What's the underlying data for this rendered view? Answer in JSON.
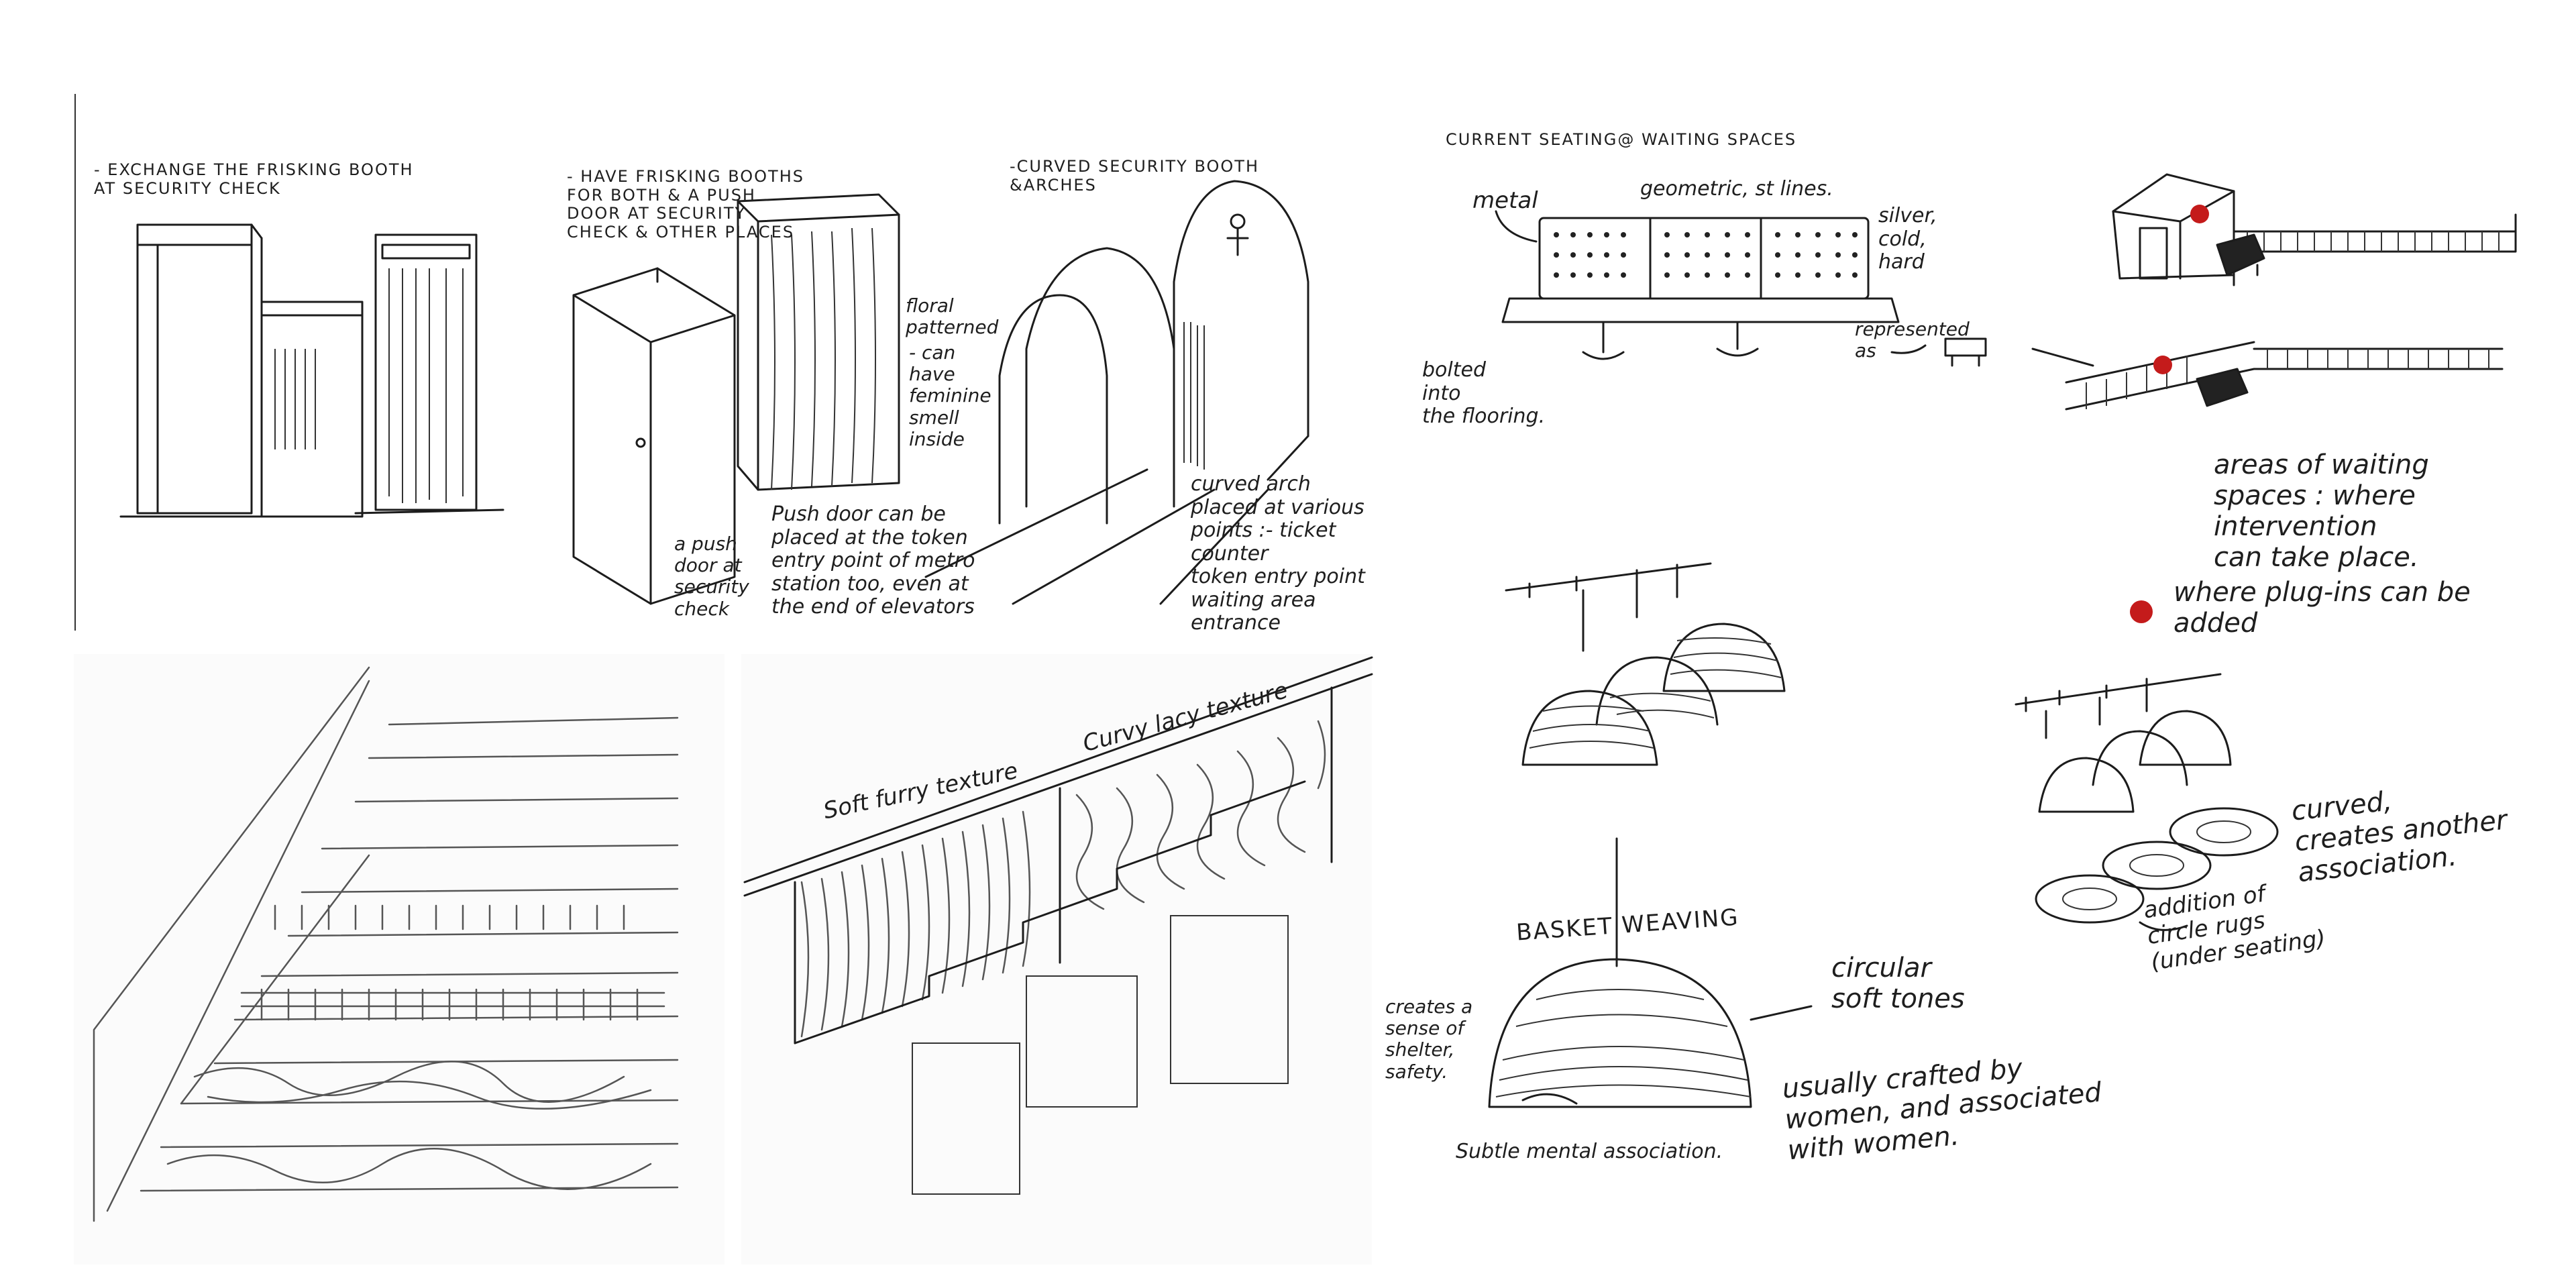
{
  "colors": {
    "ink": "#1c1c1c",
    "pencil": "#555555",
    "paper": "#ffffff",
    "marker": "#c41b1b"
  },
  "panel_booths": {
    "note_exchange": "- EXCHANGE THE FRISKING BOOTH\nAT SECURITY CHECK",
    "note_have_booths": "- HAVE FRISKING BOOTHS\nFOR BOTH & A PUSH\nDOOR AT SECURITY\nCHECK & OTHER PLACES",
    "note_floral": "floral\npatterned",
    "note_feminine": "- can\nhave\nfeminine\nsmell\ninside",
    "note_push_door": "a push\ndoor at\nsecurity\ncheck",
    "note_push_placement": "Push door can be\nplaced at the token\nentry point of metro\nstation too, even at\nthe end of elevators",
    "note_curved": "-CURVED SECURITY BOOTH\n&ARCHES",
    "note_curved_arch": "curved arch\nplaced at various\npoints :- ticket counter\ntoken entry point\nwaiting area entrance"
  },
  "panel_seating": {
    "title": "CURRENT SEATING@ WAITING SPACES",
    "note_metal": "metal",
    "note_geometric": "geometric, st lines.",
    "note_silver": "silver,\ncold,\nhard",
    "note_bolted": "bolted\ninto\nthe flooring.",
    "note_represented": "represented\nas"
  },
  "panel_areas": {
    "note_areas": "areas of waiting\nspaces : where intervention\ncan take place.",
    "note_plugins": "where plug-ins can be\nadded"
  },
  "panel_lamps": {
    "note_curved": "curved,\ncreates another\nassociation.",
    "note_rugs": "addition of\ncircle rugs\n(under seating)"
  },
  "panel_basket": {
    "title": "BASKET WEAVING",
    "note_shelter": "creates a\nsense of\nshelter,\nsafety.",
    "note_circular": "circular\nsoft tones",
    "note_crafted": "usually crafted by\nwomen, and associated\nwith women.",
    "note_subtle": "Subtle mental association."
  },
  "panel_stairs_right": {
    "note_curvy": "Curvy lacy texture",
    "note_soft": "Soft furry texture"
  }
}
